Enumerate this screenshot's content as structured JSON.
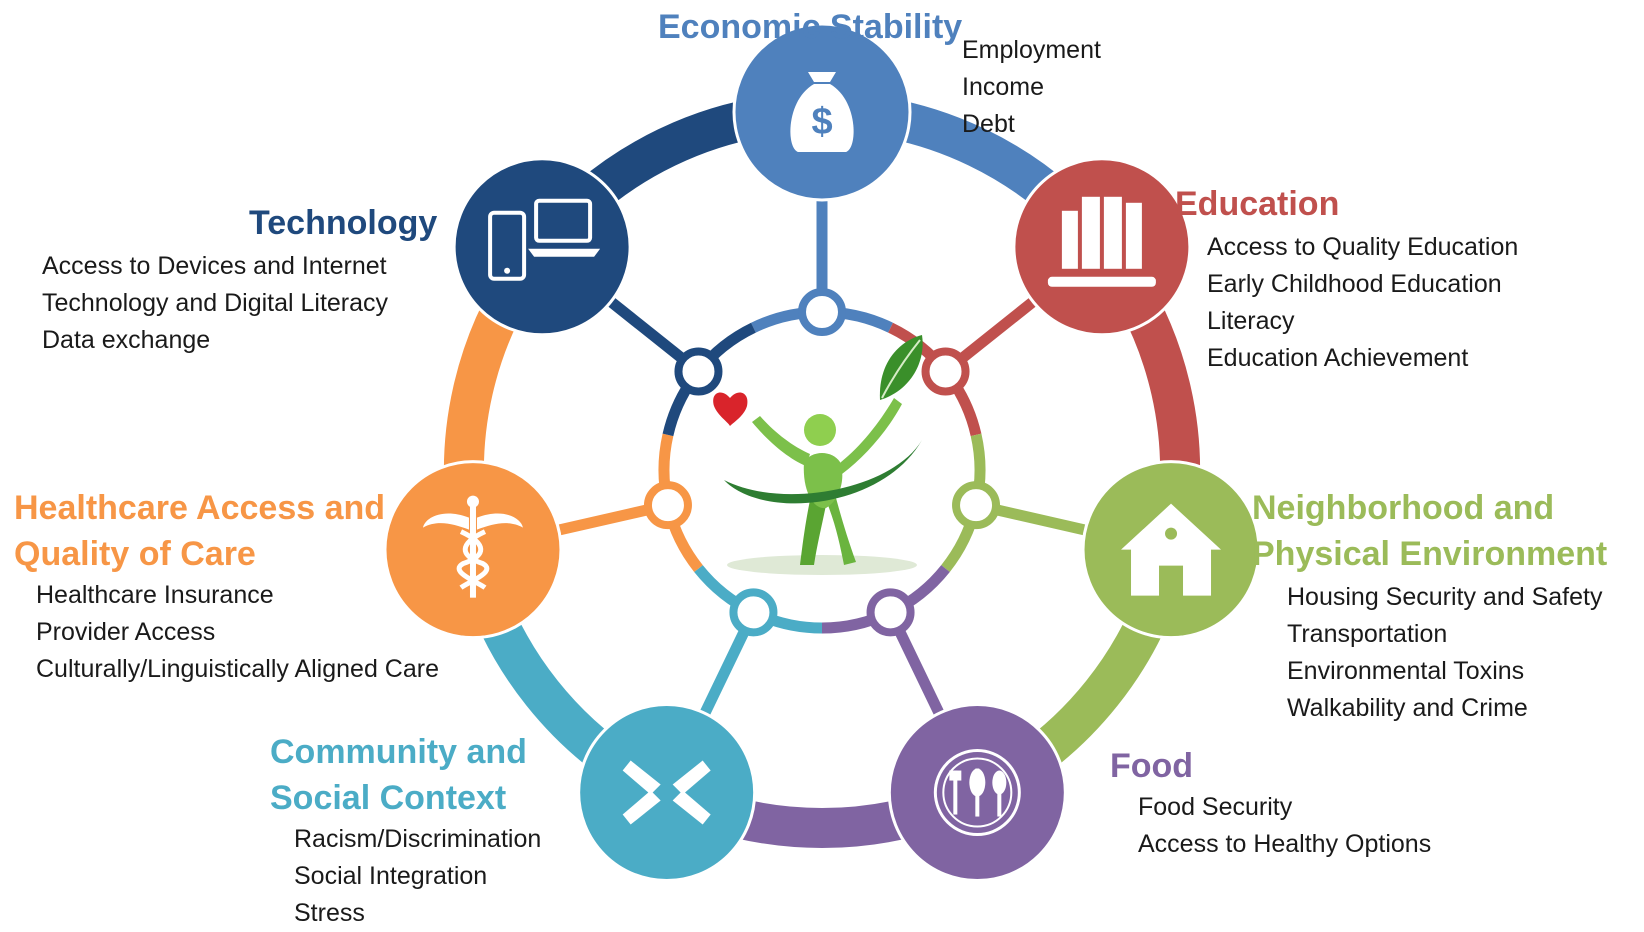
{
  "categories": [
    {
      "id": "economic-stability",
      "title": "Economic Stability",
      "color": "#4f81bd",
      "icon": "money-bag-icon",
      "items": [
        "Employment",
        "Income",
        "Debt"
      ]
    },
    {
      "id": "education",
      "title": "Education",
      "color": "#c0504d",
      "icon": "books-icon",
      "items": [
        "Access to Quality Education",
        "Early Childhood Education",
        "Literacy",
        "Education Achievement"
      ]
    },
    {
      "id": "neighborhood",
      "title": "Neighborhood and Physical Environment",
      "title_lines": [
        "Neighborhood and",
        "Physical Environment"
      ],
      "color": "#9bbb59",
      "icon": "house-icon",
      "items": [
        "Housing Security and Safety",
        "Transportation",
        "Environmental Toxins",
        "Walkability and Crime"
      ]
    },
    {
      "id": "food",
      "title": "Food",
      "color": "#8064a2",
      "icon": "food-plate-icon",
      "items": [
        "Food Security",
        "Access to Healthy Options"
      ]
    },
    {
      "id": "community",
      "title": "Community and Social Context",
      "title_lines": [
        "Community and",
        "Social Context"
      ],
      "color": "#4bacc6",
      "icon": "joined-hands-icon",
      "items": [
        "Racism/Discrimination",
        "Social Integration",
        "Stress"
      ]
    },
    {
      "id": "healthcare",
      "title": "Healthcare Access and Quality of Care",
      "title_lines": [
        "Healthcare Access and",
        "Quality of Care"
      ],
      "color": "#f79646",
      "icon": "caduceus-icon",
      "items": [
        "Healthcare Insurance",
        "Provider Access",
        "Culturally/Linguistically Aligned Care"
      ]
    },
    {
      "id": "technology",
      "title": "Technology",
      "color": "#1f497d",
      "icon": "devices-icon",
      "items": [
        "Access to Devices and Internet",
        "Technology and Digital Literacy",
        "Data exchange"
      ]
    }
  ],
  "center": {
    "icon": "person-heart-leaf-icon",
    "colors": {
      "figure": "#6ab43e",
      "heart": "#d9242b",
      "leaf": "#2e7d32"
    }
  }
}
